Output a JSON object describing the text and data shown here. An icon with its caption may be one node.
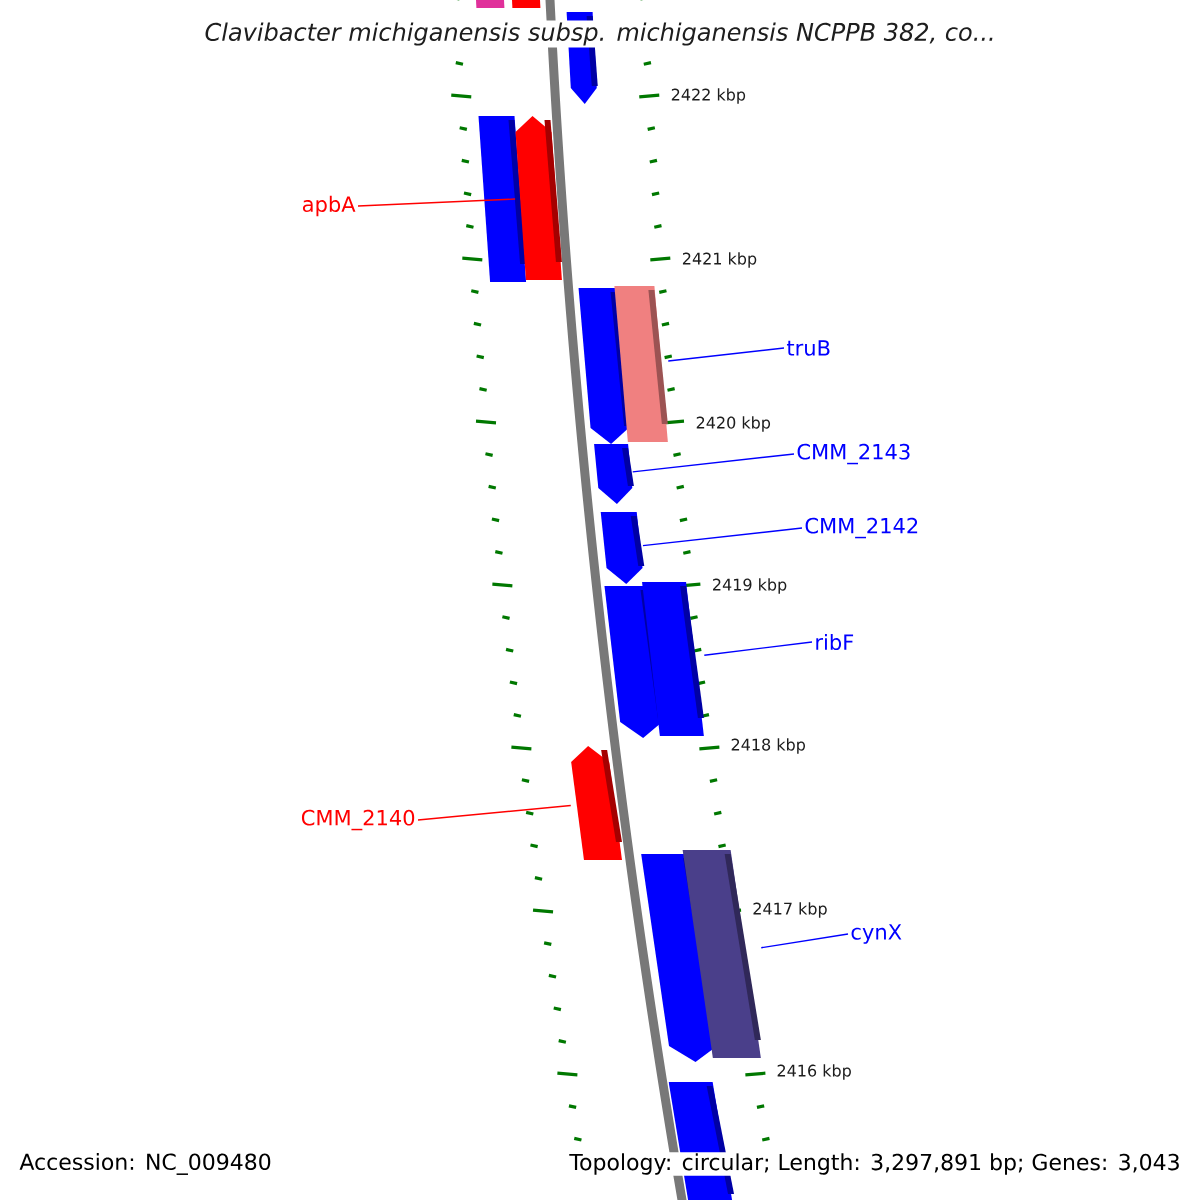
{
  "diagram": {
    "title": "Clavibacter michiganensis subsp. michiganensis NCPPB 382, co...",
    "nodes": [
      {
        "text": [],
        "shape": "bar"
      },
      {
        "text": [],
        "shape": "bar"
      },
      {
        "text": [],
        "shape": "bar"
      },
      {
        "text": [],
        "shape": "bar"
      },
      {
        "text": [],
        "shape": "bar"
      },
      {
        "text": [],
        "shape": "bar"
      },
      {
        "text": [],
        "shape": "bar"
      },
      {
        "text": [],
        "shape": "bar"
      },
      {
        "text": [],
        "shape": "bar"
      },
      {
        "text": [],
        "shape": "bar"
      },
      {
        "text": [],
        "shape": "bar"
      },
      {
        "text": [],
        "shape": "bar"
      },
      {
        "text": [],
        "shape": "bar"
      },
      {
        "text": [],
        "shape": "bar"
      },
      {
        "text": [],
        "shape": "bar"
      },
      {
        "text": [
          "apbA"
        ]
      },
      {
        "text": [
          "truB"
        ]
      },
      {
        "text": [
          "CMM_2143"
        ]
      },
      {
        "text": [
          "CMM_2142"
        ]
      },
      {
        "text": [
          "ribF"
        ]
      },
      {
        "text": [
          "CMM_2140"
        ]
      },
      {
        "text": [
          "cynX"
        ]
      }
    ],
    "edges": [
      {
        "from": 15,
        "to": 4,
        "arrow": "none",
        "color": "#ff0000"
      },
      {
        "from": 16,
        "to": 6,
        "arrow": "none"
      },
      {
        "from": 17,
        "to": 7,
        "arrow": "none"
      },
      {
        "from": 18,
        "to": 8,
        "arrow": "none"
      },
      {
        "from": 19,
        "to": 10,
        "arrow": "none"
      },
      {
        "from": 20,
        "to": 11,
        "arrow": "none",
        "color": "#ff0000"
      },
      {
        "from": 21,
        "to": 13,
        "arrow": "none"
      }
    ],
    "labels": [
      "2422 kbp",
      "2421 kbp",
      "2420 kbp",
      "2419 kbp",
      "2418 kbp",
      "2417 kbp",
      "2416 kbp",
      "Accession: NC_009480",
      "Topology: circular; Length: 3,297,891 bp; Genes: 3,043"
    ]
  }
}
